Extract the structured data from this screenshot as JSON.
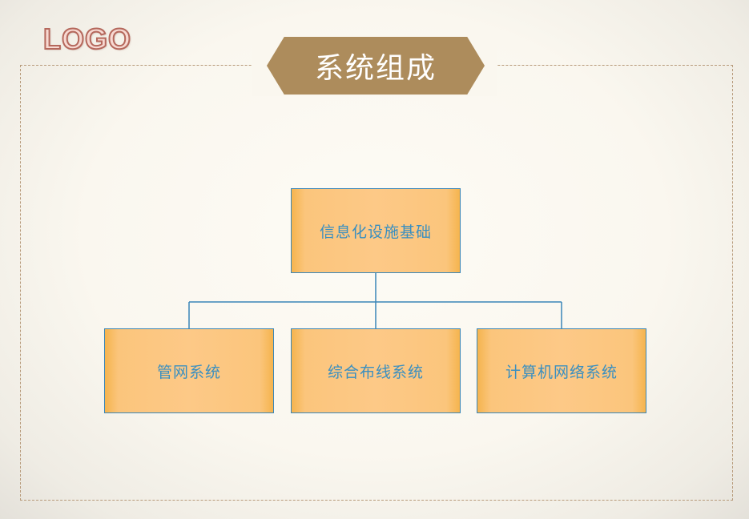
{
  "logo": {
    "text": "LOGO"
  },
  "title": "系统组成",
  "diagram": {
    "root": "信息化设施基础",
    "children": [
      "管网系统",
      "综合布线系统",
      "计算机网络系统"
    ]
  },
  "colors": {
    "banner": "#ad8c5c",
    "box_fill": "#fdc987",
    "box_border": "#3a86b8",
    "box_text": "#3a8fc0",
    "connector": "#3a86b8",
    "frame_border": "#b79a7a",
    "logo_fill": "#f7d9d2",
    "logo_stroke": "#b5685c"
  }
}
